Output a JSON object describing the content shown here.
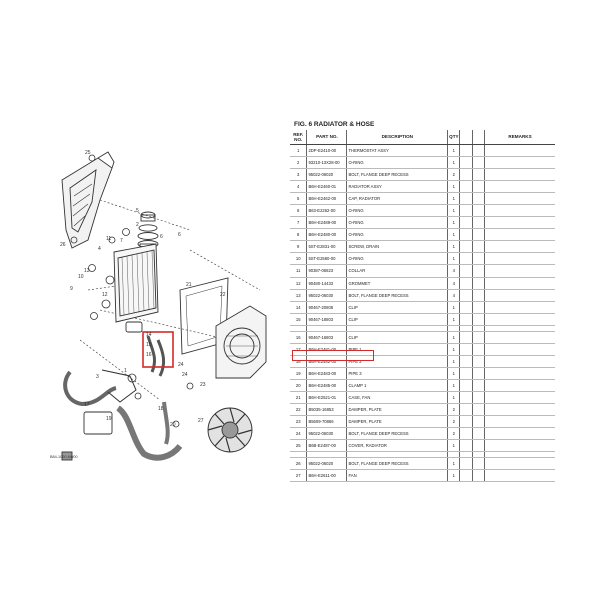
{
  "diagram": {
    "code": "B84-1000-6W00",
    "callouts": [
      "1",
      "2",
      "3",
      "4",
      "5",
      "6",
      "7",
      "8",
      "9",
      "10",
      "11",
      "12",
      "13",
      "14",
      "15",
      "16",
      "17",
      "18",
      "19",
      "20",
      "21",
      "22",
      "23",
      "24",
      "25",
      "26",
      "27"
    ],
    "highlight_color": "#d32b2b"
  },
  "parts_list": {
    "title": "FIG.   6  RADIATOR & HOSE",
    "headers": {
      "ref": "REF. NO.",
      "part": "PART NO.",
      "desc": "DESCRIPTION",
      "qty": "QTY",
      "remarks": "REMARKS"
    },
    "rows": [
      {
        "ref": "1",
        "part": "2DP-E2410-00",
        "desc": "THERMOSTAT ASSY",
        "qty": "1"
      },
      {
        "ref": "2",
        "part": "93210-13X28-00",
        "desc": "O-RING",
        "qty": "1"
      },
      {
        "ref": "3",
        "part": "95022-06020",
        "desc": "BOLT, FLANGE DEEP RECESS",
        "qty": "2"
      },
      {
        "ref": "4",
        "part": "B6H-E2460-01",
        "desc": "RADIATOR ASSY",
        "qty": "1"
      },
      {
        "ref": "5",
        "part": "B6H-E2462-00",
        "desc": "CAP, RADIATOR",
        "qty": "1"
      },
      {
        "ref": "6",
        "part": "B63-E2262-00",
        "desc": "O-RING",
        "qty": "1"
      },
      {
        "ref": "7",
        "part": "B6H-E2489-00",
        "desc": "O-RING",
        "qty": "1"
      },
      {
        "ref": "8",
        "part": "B6H-E2480-00",
        "desc": "O-RING",
        "qty": "1"
      },
      {
        "ref": "9",
        "part": "5ST-E2831-00",
        "desc": "SCREW, DRAIN",
        "qty": "1"
      },
      {
        "ref": "10",
        "part": "5ST-E2560-00",
        "desc": "O-RING",
        "qty": "1"
      },
      {
        "ref": "11",
        "part": "90387-06823",
        "desc": "COLLAR",
        "qty": "4"
      },
      {
        "ref": "12",
        "part": "90480-14433",
        "desc": "GROMMET",
        "qty": "4"
      },
      {
        "ref": "13",
        "part": "95022-06030",
        "desc": "BOLT, FLANGE DEEP RECESS",
        "qty": "4"
      },
      {
        "ref": "14",
        "part": "90467-20808",
        "desc": "CLIP",
        "qty": "1"
      },
      {
        "ref": "15",
        "part": "90467-18803",
        "desc": "CLIP",
        "qty": "1"
      },
      {
        "ref": "",
        "part": "",
        "desc": "",
        "qty": ""
      },
      {
        "ref": "16",
        "part": "90467-16803",
        "desc": "CLIP",
        "qty": "1"
      },
      {
        "ref": "17",
        "part": "B6H-E2481-00",
        "desc": "PIPE 1",
        "qty": "1"
      },
      {
        "ref": "18",
        "part": "B6H-E2482-00",
        "desc": "PIPE 2",
        "qty": "1",
        "highlight": true
      },
      {
        "ref": "19",
        "part": "B6H-E2483-00",
        "desc": "PIPE 3",
        "qty": "1"
      },
      {
        "ref": "20",
        "part": "B6H-E2485-00",
        "desc": "CLAMP 1",
        "qty": "1"
      },
      {
        "ref": "21",
        "part": "B6H-E2521-01",
        "desc": "CASE, FAN",
        "qty": "1"
      },
      {
        "ref": "22",
        "part": "B5035-16853",
        "desc": "DAMPER, PLATE",
        "qty": "2"
      },
      {
        "ref": "23",
        "part": "B5609-70866",
        "desc": "DAMPER, PLATE",
        "qty": "2"
      },
      {
        "ref": "24",
        "part": "95022-06030",
        "desc": "BOLT, FLANGE DEEP RECESS",
        "qty": "2"
      },
      {
        "ref": "25",
        "part": "B6B-E2487-00",
        "desc": "COVER, RADIATOR",
        "qty": "1"
      },
      {
        "ref": "",
        "part": "",
        "desc": "",
        "qty": ""
      },
      {
        "ref": "26",
        "part": "95022-06020",
        "desc": "BOLT, FLANGE DEEP RECESS",
        "qty": "1"
      },
      {
        "ref": "27",
        "part": "B6H-E2611-00",
        "desc": "FAN",
        "qty": "1"
      }
    ]
  }
}
